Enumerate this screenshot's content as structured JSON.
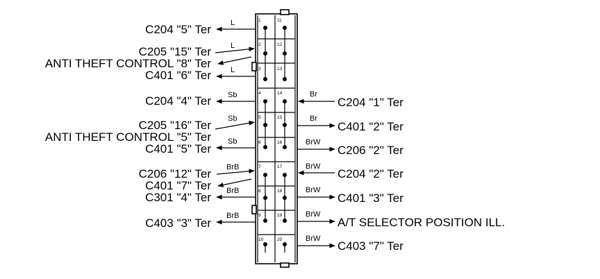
{
  "left_labels": [
    {
      "text": "C204 \"5\" Ter"
    },
    {
      "text": "C205 \"15\" Ter"
    },
    {
      "text": "ANTI THEFT CONTROL \"8\" Ter"
    },
    {
      "text": "C401 \"6\" Ter"
    },
    {
      "text": "C204 \"4\" Ter"
    },
    {
      "text": "C205 \"16\" Ter"
    },
    {
      "text": "ANTI THEFT CONTROL \"5\" Ter"
    },
    {
      "text": "C401 \"5\" Ter"
    },
    {
      "text": "C206 \"12\" Ter"
    },
    {
      "text": "C401 \"7\" Ter"
    },
    {
      "text": "C301 \"4\" Ter"
    },
    {
      "text": "C403 \"3\" Ter"
    }
  ],
  "right_labels": [
    {
      "text": "C204 \"1\" Ter"
    },
    {
      "text": "C401 \"2\" Ter"
    },
    {
      "text": "C206 \"2\" Ter"
    },
    {
      "text": "C204 \"2\" Ter"
    },
    {
      "text": "C401 \"3\" Ter"
    },
    {
      "text": "A/T SELECTOR POSITION ILL."
    },
    {
      "text": "C403 \"7\" Ter"
    }
  ],
  "left_wires": [
    "L",
    "L",
    "L",
    "Sb",
    "Sb",
    "Sb",
    "BrB",
    "BrB",
    "BrB"
  ],
  "right_wires": [
    "Br",
    "Br",
    "BrW",
    "BrW",
    "BrW",
    "BrW",
    "BrW"
  ],
  "connector": {
    "left_pins": [
      "1",
      "2",
      "3",
      "4",
      "5",
      "6",
      "7",
      "8",
      "9",
      "10"
    ],
    "right_pins": [
      "11",
      "12",
      "13",
      "14",
      "15",
      "16",
      "17",
      "18",
      "19",
      "20"
    ]
  }
}
